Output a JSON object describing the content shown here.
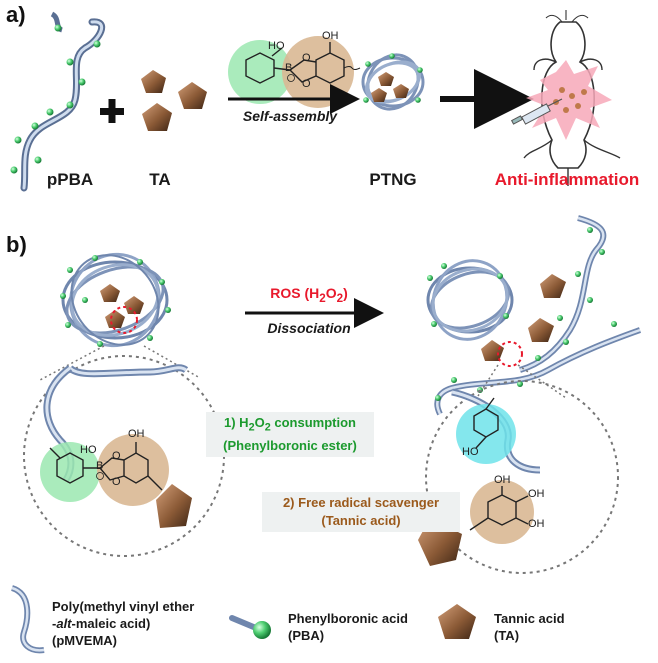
{
  "panel_a": {
    "label": "a)",
    "ppba_label": "pPBA",
    "ta_label": "TA",
    "arrow_label": "Self-assembly",
    "ptng_label": "PTNG",
    "outcome_label": "Anti-inflammation",
    "chem_oh_top": "OH",
    "chem_ho": "HO",
    "chem_b": "B",
    "chem_o1": "O",
    "chem_o2": "O"
  },
  "panel_b": {
    "label": "b)",
    "arrow_top_label_pre": "ROS (H",
    "arrow_top_label_sub1": "2",
    "arrow_top_label_mid": "O",
    "arrow_top_label_sub2": "2",
    "arrow_top_label_post": ")",
    "arrow_bottom_label": "Dissociation",
    "note1_line1_pre": "1) H",
    "note1_line1_sub1": "2",
    "note1_line1_mid": "O",
    "note1_line1_sub2": "2",
    "note1_line1_post": " consumption",
    "note1_line2": "(Phenylboronic ester)",
    "note2_line1": "2) Free radical scavenger",
    "note2_line2": "(Tannic acid)",
    "chem_oh_left_top": "OH",
    "chem_ho_left": "HO",
    "chem_b_left": "B",
    "chem_o_left1": "O",
    "chem_o_left2": "O",
    "chem_ho_phenol": "HO",
    "chem_oh_r1": "OH",
    "chem_oh_r2": "OH",
    "chem_oh_r3": "OH"
  },
  "legend": {
    "item1_line1": "Poly(methyl vinyl ether",
    "item1_line2_pre": "-",
    "item1_line2_italic": "alt",
    "item1_line2_post": "-maleic acid)",
    "item1_line3": "(pMVEMA)",
    "item2_line1": "Phenylboronic acid",
    "item2_line2": "(PBA)",
    "item3_line1": "Tannic acid",
    "item3_line2": "(TA)"
  },
  "colors": {
    "polymer": "#8fa6c8",
    "pba_sphere": "#5bd07a",
    "ta_pentagon": "#9a6a44",
    "accent_red": "#e8192c",
    "green_text": "#1c9a2e",
    "brown_text": "#9b5a1c",
    "green_halo": "#9be8b0",
    "tan_halo": "#d9b894",
    "cyan_halo": "#6fe3ea"
  }
}
